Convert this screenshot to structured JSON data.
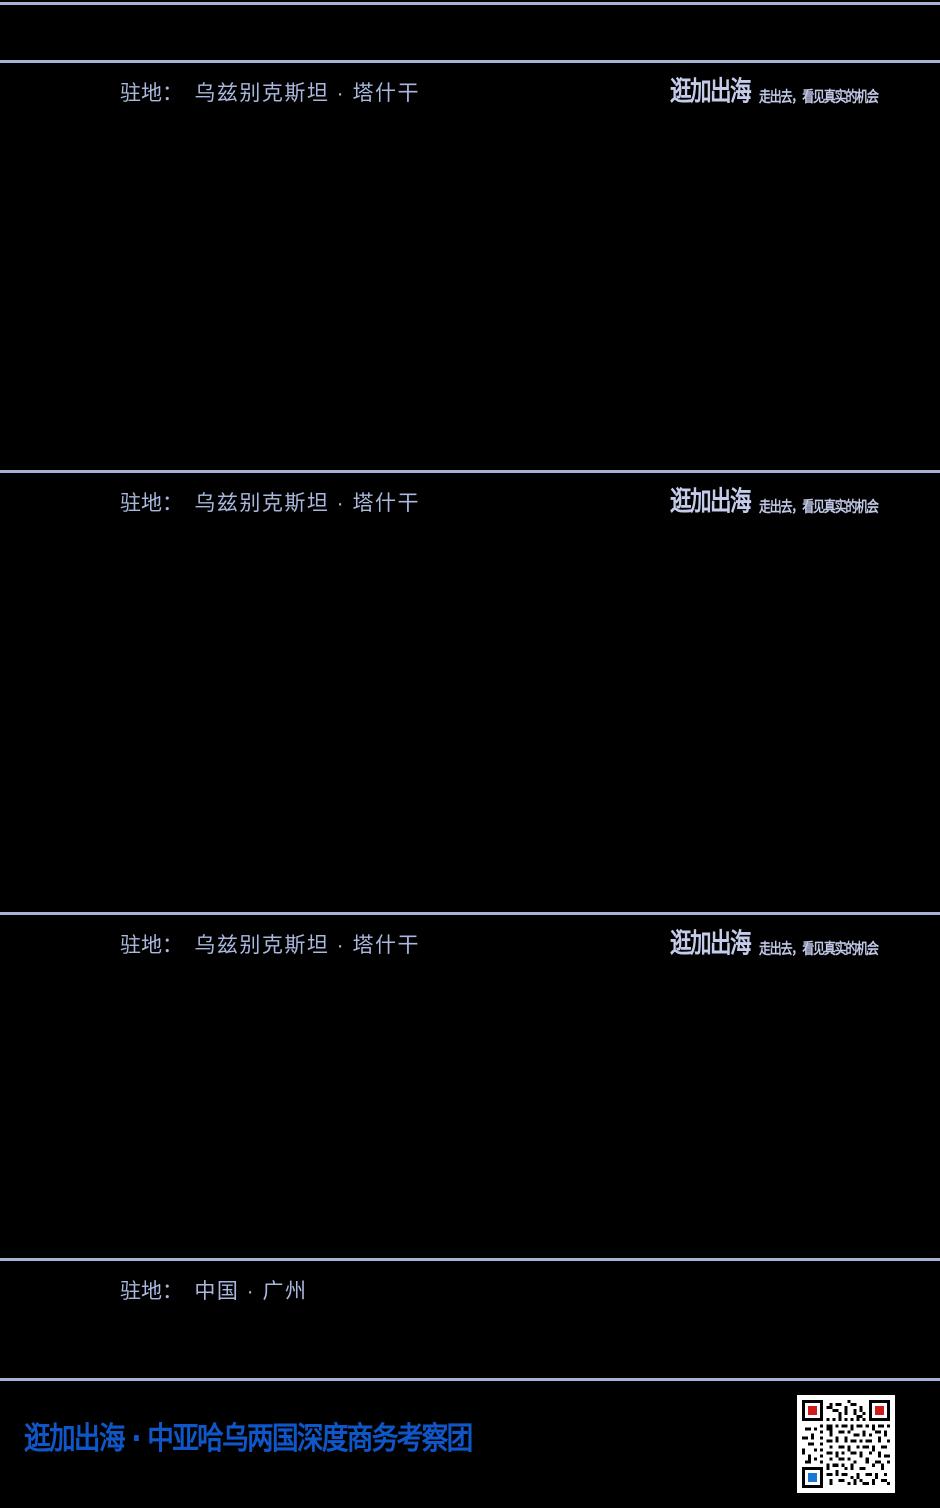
{
  "page": {
    "background_color": "#000000",
    "rule_color": "#a6b3d6",
    "text_color": "#a9b8dc",
    "brand_color": "#0f56c8"
  },
  "sections": [
    {
      "basecamp_label": "驻地：",
      "basecamp_value": "乌兹别克斯坦 · 塔什干",
      "brand_mark": "逛加出海",
      "brand_tagline": "走出去，看见真实的机会",
      "has_brand": true
    },
    {
      "basecamp_label": "驻地：",
      "basecamp_value": "乌兹别克斯坦 · 塔什干",
      "brand_mark": "逛加出海",
      "brand_tagline": "走出去，看见真实的机会",
      "has_brand": true
    },
    {
      "basecamp_label": "驻地：",
      "basecamp_value": "乌兹别克斯坦 · 塔什干",
      "brand_mark": "逛加出海",
      "brand_tagline": "走出去，看见真实的机会",
      "has_brand": true
    },
    {
      "basecamp_label": "驻地：",
      "basecamp_value": "中国 · 广州",
      "brand_mark": "",
      "brand_tagline": "",
      "has_brand": false
    }
  ],
  "footer": {
    "title": "逛加出海 · 中亚哈乌两国深度商务考察团",
    "qr_code_name": "qr-code"
  }
}
